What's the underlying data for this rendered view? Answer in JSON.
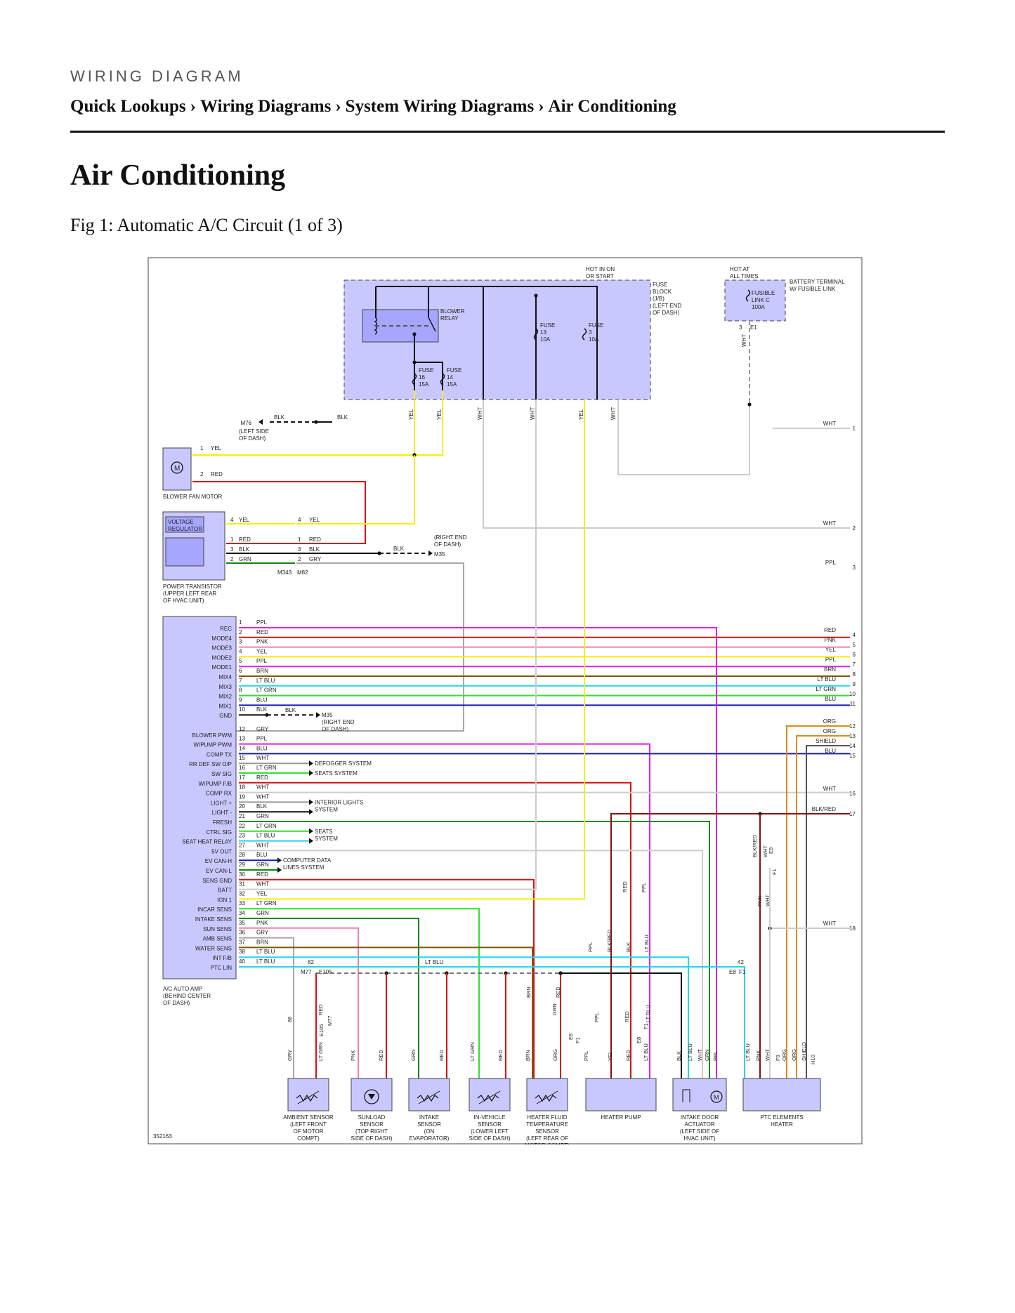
{
  "header": {
    "kicker": "WIRING DIAGRAM",
    "breadcrumbs": [
      "Quick Lookups",
      "Wiring Diagrams",
      "System Wiring Diagrams",
      "Air Conditioning"
    ],
    "separator": "›"
  },
  "page": {
    "title": "Air Conditioning",
    "caption": "Fig 1: Automatic A/C Circuit (1 of 3)"
  },
  "diagram": {
    "fig_id": "352163",
    "power": {
      "hot_run": [
        "HOT IN ON",
        "OR START"
      ],
      "hot_always": [
        "HOT AT",
        "ALL TIMES"
      ],
      "battery": [
        "BATTERY TERMINAL",
        "W/ FUSIBLE LINK"
      ],
      "fuse_block": [
        "FUSE",
        "BLOCK",
        "(J/B)",
        "(LEFT END",
        "OF DASH)"
      ],
      "fusible": [
        "FUSIBLE",
        "LINK C",
        "100A"
      ],
      "relay": [
        "BLOWER",
        "RELAY"
      ],
      "fuses": [
        [
          "FUSE",
          "13",
          "10A"
        ],
        [
          "FUSE",
          "3",
          "10A"
        ],
        [
          "FUSE",
          "16",
          "15A"
        ],
        [
          "FUSE",
          "14",
          "15A"
        ]
      ],
      "e1": "E1",
      "pin3": "3"
    },
    "grounds": {
      "m76": "M76",
      "m76_desc": [
        "(LEFT SIDE",
        "OF DASH)"
      ],
      "m35": "M35",
      "m35_desc": [
        "(RIGHT END",
        "OF DASH)"
      ]
    },
    "drop_wires": [
      "YEL",
      "YEL",
      "WHT",
      "WHT",
      "YEL",
      "WHT"
    ],
    "blower_motor": {
      "label": "BLOWER FAN MOTOR",
      "pins": [
        {
          "pin": "1",
          "wire": "YEL"
        },
        {
          "pin": "2",
          "wire": "RED"
        }
      ]
    },
    "power_transistor": {
      "label": [
        "POWER TRANSISTOR",
        "(UPPER LEFT REAR",
        "OF HVAC UNIT)"
      ],
      "regulator": [
        "VOLTAGE",
        "REGULATOR"
      ],
      "conn_a": "M343",
      "conn_b": "M82",
      "pins": [
        {
          "a": "4",
          "wa": "YEL",
          "b": "4",
          "wb": "YEL"
        },
        {
          "a": "1",
          "wa": "RED",
          "b": "1",
          "wb": "RED"
        },
        {
          "a": "3",
          "wa": "BLK",
          "b": "3",
          "wb": "BLK"
        },
        {
          "a": "2",
          "wa": "GRN",
          "b": "2",
          "wb": "GRY"
        }
      ]
    },
    "amp": {
      "label": [
        "A/C AUTO AMP",
        "(BEHIND CENTER",
        "OF DASH)"
      ],
      "pins": [
        {
          "name": "REC",
          "pin": "1",
          "wire": "PPL"
        },
        {
          "name": "MODE4",
          "pin": "2",
          "wire": "RED"
        },
        {
          "name": "MODE3",
          "pin": "3",
          "wire": "PNK"
        },
        {
          "name": "MODE2",
          "pin": "4",
          "wire": "YEL"
        },
        {
          "name": "MODE1",
          "pin": "5",
          "wire": "PPL"
        },
        {
          "name": "MIX4",
          "pin": "6",
          "wire": "BRN"
        },
        {
          "name": "MIX3",
          "pin": "7",
          "wire": "LT BLU"
        },
        {
          "name": "MIX2",
          "pin": "8",
          "wire": "LT GRN"
        },
        {
          "name": "MIX1",
          "pin": "9",
          "wire": "BLU"
        },
        {
          "name": "GND",
          "pin": "10",
          "wire": "BLK"
        },
        {
          "name": "",
          "pin": "",
          "wire": ""
        },
        {
          "name": "BLOWER PWM",
          "pin": "12",
          "wire": "GRY"
        },
        {
          "name": "W/PUMP PWM",
          "pin": "13",
          "wire": "PPL"
        },
        {
          "name": "COMP TX",
          "pin": "14",
          "wire": "BLU"
        },
        {
          "name": "RR DEF SW O/P",
          "pin": "15",
          "wire": "WHT"
        },
        {
          "name": "SW SIG",
          "pin": "16",
          "wire": "LT GRN"
        },
        {
          "name": "W/PUMP F/B",
          "pin": "17",
          "wire": "RED"
        },
        {
          "name": "COMP RX",
          "pin": "18",
          "wire": "WHT"
        },
        {
          "name": "LIGHT +",
          "pin": "19",
          "wire": "WHT"
        },
        {
          "name": "LIGHT -",
          "pin": "20",
          "wire": "BLK"
        },
        {
          "name": "FRESH",
          "pin": "21",
          "wire": "GRN"
        },
        {
          "name": "CTRL SIG",
          "pin": "22",
          "wire": "LT GRN"
        },
        {
          "name": "SEAT HEAT RELAY",
          "pin": "23",
          "wire": "LT BLU"
        },
        {
          "name": "5V OUT",
          "pin": "27",
          "wire": "WHT"
        },
        {
          "name": "EV CAN-H",
          "pin": "28",
          "wire": "BLU"
        },
        {
          "name": "EV CAN-L",
          "pin": "29",
          "wire": "GRN"
        },
        {
          "name": "SENS GND",
          "pin": "30",
          "wire": "RED"
        },
        {
          "name": "BATT",
          "pin": "31",
          "wire": "WHT"
        },
        {
          "name": "IGN 1",
          "pin": "32",
          "wire": "YEL"
        },
        {
          "name": "INCAR SENS",
          "pin": "33",
          "wire": "LT GRN"
        },
        {
          "name": "INTAKE SENS",
          "pin": "34",
          "wire": "GRN"
        },
        {
          "name": "SUN SENS",
          "pin": "35",
          "wire": "PNK"
        },
        {
          "name": "AMB SENS",
          "pin": "36",
          "wire": "GRY"
        },
        {
          "name": "WATER SENS",
          "pin": "37",
          "wire": "BRN"
        },
        {
          "name": "INT F/B",
          "pin": "38",
          "wire": "LT BLU"
        },
        {
          "name": "PTC LIN",
          "pin": "40",
          "wire": "LT BLU"
        }
      ]
    },
    "systems": {
      "defogger": "DEFOGGER SYSTEM",
      "seats": "SEATS SYSTEM",
      "interior": [
        "INTERIOR LIGHTS",
        "SYSTEM"
      ],
      "seats2": [
        "SEATS",
        "SYSTEM"
      ],
      "computer": [
        "COMPUTER DATA",
        "LINES SYSTEM"
      ]
    },
    "right_outputs": [
      {
        "wire": "WHT",
        "num": "1"
      },
      {
        "wire": "WHT",
        "num": "2"
      },
      {
        "wire": "PPL",
        "num": "3"
      },
      {
        "wire": "RED",
        "num": "4"
      },
      {
        "wire": "PNK",
        "num": "5"
      },
      {
        "wire": "YEL",
        "num": "6"
      },
      {
        "wire": "PPL",
        "num": "7"
      },
      {
        "wire": "BRN",
        "num": "8"
      },
      {
        "wire": "LT BLU",
        "num": "9"
      },
      {
        "wire": "LT GRN",
        "num": "10"
      },
      {
        "wire": "BLU",
        "num": "11"
      },
      {
        "wire": "ORG",
        "num": "12"
      },
      {
        "wire": "ORG",
        "num": "13"
      },
      {
        "wire": "SHIELD",
        "num": "14"
      },
      {
        "wire": "BLU",
        "num": "15"
      },
      {
        "wire": "WHT",
        "num": "16"
      },
      {
        "wire": "BLK/RED",
        "num": "17"
      },
      {
        "wire": "WHT",
        "num": "18"
      }
    ],
    "connectors": {
      "m77": "M77",
      "e105": "E105",
      "e8": "E8",
      "f1": "F1",
      "f9": "F9",
      "h10": "H10",
      "n82": "82",
      "n42": "42",
      "lt_blu": "LT BLU"
    },
    "vertical_labels": [
      "GRY",
      "LT GRN",
      "PNK",
      "RED",
      "GRN",
      "RED",
      "LT GRN",
      "RED",
      "BRN",
      "ORG",
      "PPL",
      "YEL",
      "RED",
      "LT BLU",
      "BLK",
      "LT BLU",
      "WHT",
      "GRN",
      "PPL",
      "LT BLU",
      "PNK",
      "WHT",
      "ORG",
      "ORG",
      "SHIELD",
      "RED",
      "BLK/RED",
      "PPL",
      "PPL",
      "BLK",
      "LT BLU",
      "BLK/RED",
      "WHT",
      "PNK",
      "WHT",
      "RED",
      "BRN",
      "GRN",
      "RED",
      "PPL",
      "RED",
      "LT BLU"
    ],
    "sensors": [
      {
        "label": [
          "AMBIENT SENSOR",
          "(LEFT FRONT",
          "OF MOTOR",
          "COMPT)"
        ]
      },
      {
        "label": [
          "SUNLOAD",
          "SENSOR",
          "(TOP RIGHT",
          "SIDE OF DASH)"
        ]
      },
      {
        "label": [
          "INTAKE",
          "SENSOR",
          "(ON",
          "EVAPORATOR)"
        ]
      },
      {
        "label": [
          "IN-VEHICLE",
          "SENSOR",
          "(LOWER LEFT",
          "SIDE OF DASH)"
        ]
      },
      {
        "label": [
          "HEATER FLUID",
          "TEMPERATURE",
          "SENSOR",
          "(LEFT REAR OF",
          "MOTOR COMPT)"
        ]
      },
      {
        "label": [
          "HEATER PUMP"
        ]
      },
      {
        "label": [
          "INTAKE DOOR",
          "ACTUATOR",
          "(LEFT SIDE OF",
          "HVAC UNIT)"
        ]
      },
      {
        "label": [
          "PTC ELEMENTS",
          "HEATER"
        ]
      }
    ],
    "colors": {
      "module_fill": "#c8c8ff",
      "module_dark": "#a6a6ff",
      "YEL": "#f5f000",
      "RED": "#d21414",
      "PPL": "#e020e0",
      "PNK": "#f080b0",
      "BRN": "#7a5a0a",
      "LT BLU": "#20d8e8",
      "LT GRN": "#30e030",
      "BLU": "#1818b8",
      "BLK": "#111111",
      "GRY": "#a8a8a8",
      "WHT": "#cccccc",
      "GRN": "#118811",
      "ORG": "#e08a18",
      "BLK/RED": "#8a1010",
      "SHIELD": "#555555"
    }
  }
}
